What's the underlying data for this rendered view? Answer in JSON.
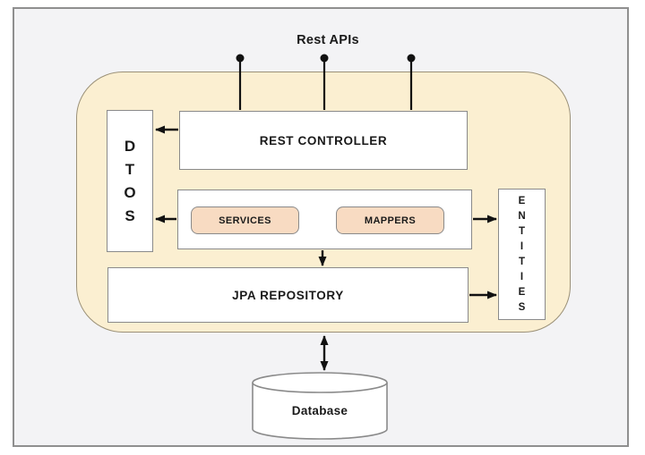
{
  "diagram": {
    "title": "Rest APIs",
    "nodes": {
      "rest_controller": "REST CONTROLLER",
      "dtos": "D\nT\nO\nS",
      "services": "SERVICES",
      "mappers": "MAPPERS",
      "jpa_repository": "JPA REPOSITORY",
      "entities": "E\nN\nT\nI\nT\nI\nE\nS",
      "database": "Database"
    },
    "connections": [
      "rest-apis -> rest-controller (3 endpoints)",
      "rest-controller -> dtos",
      "services-mappers -> dtos",
      "services-mappers -> entities",
      "services-mappers -> jpa-repository",
      "jpa-repository -> entities",
      "application <-> database"
    ],
    "colors": {
      "panel_fill": "#FBEFD1",
      "panel_border": "#9B9178",
      "chip_fill": "#F8DBC2",
      "box_fill": "#FFFFFF",
      "box_border": "#8A8A8A",
      "frame_fill": "#F3F3F5",
      "frame_border": "#8F8F8F",
      "arrow_color": "#111111",
      "text_color": "#1A1A1A"
    }
  }
}
